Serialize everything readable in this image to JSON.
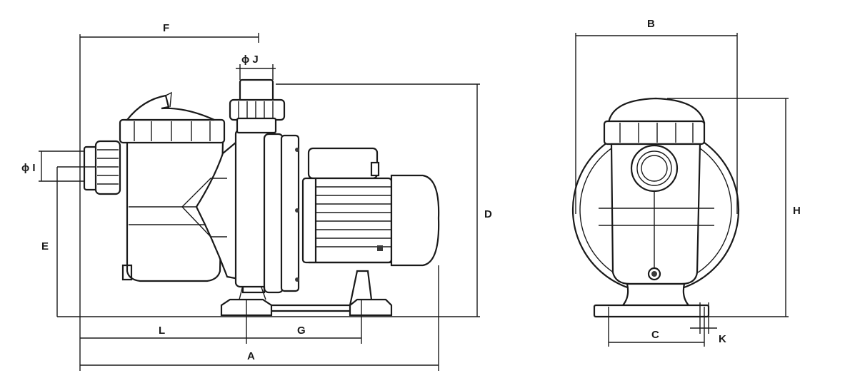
{
  "dimensions": {
    "A": "A",
    "B": "B",
    "C": "C",
    "D": "D",
    "E": "E",
    "F": "F",
    "G": "G",
    "H": "H",
    "K": "K",
    "L": "L",
    "I": "ϕ I",
    "J": "ϕ J"
  },
  "colors": {
    "line": "#1a1a1a",
    "shade": "#d9d9d9",
    "background": "#ffffff"
  }
}
